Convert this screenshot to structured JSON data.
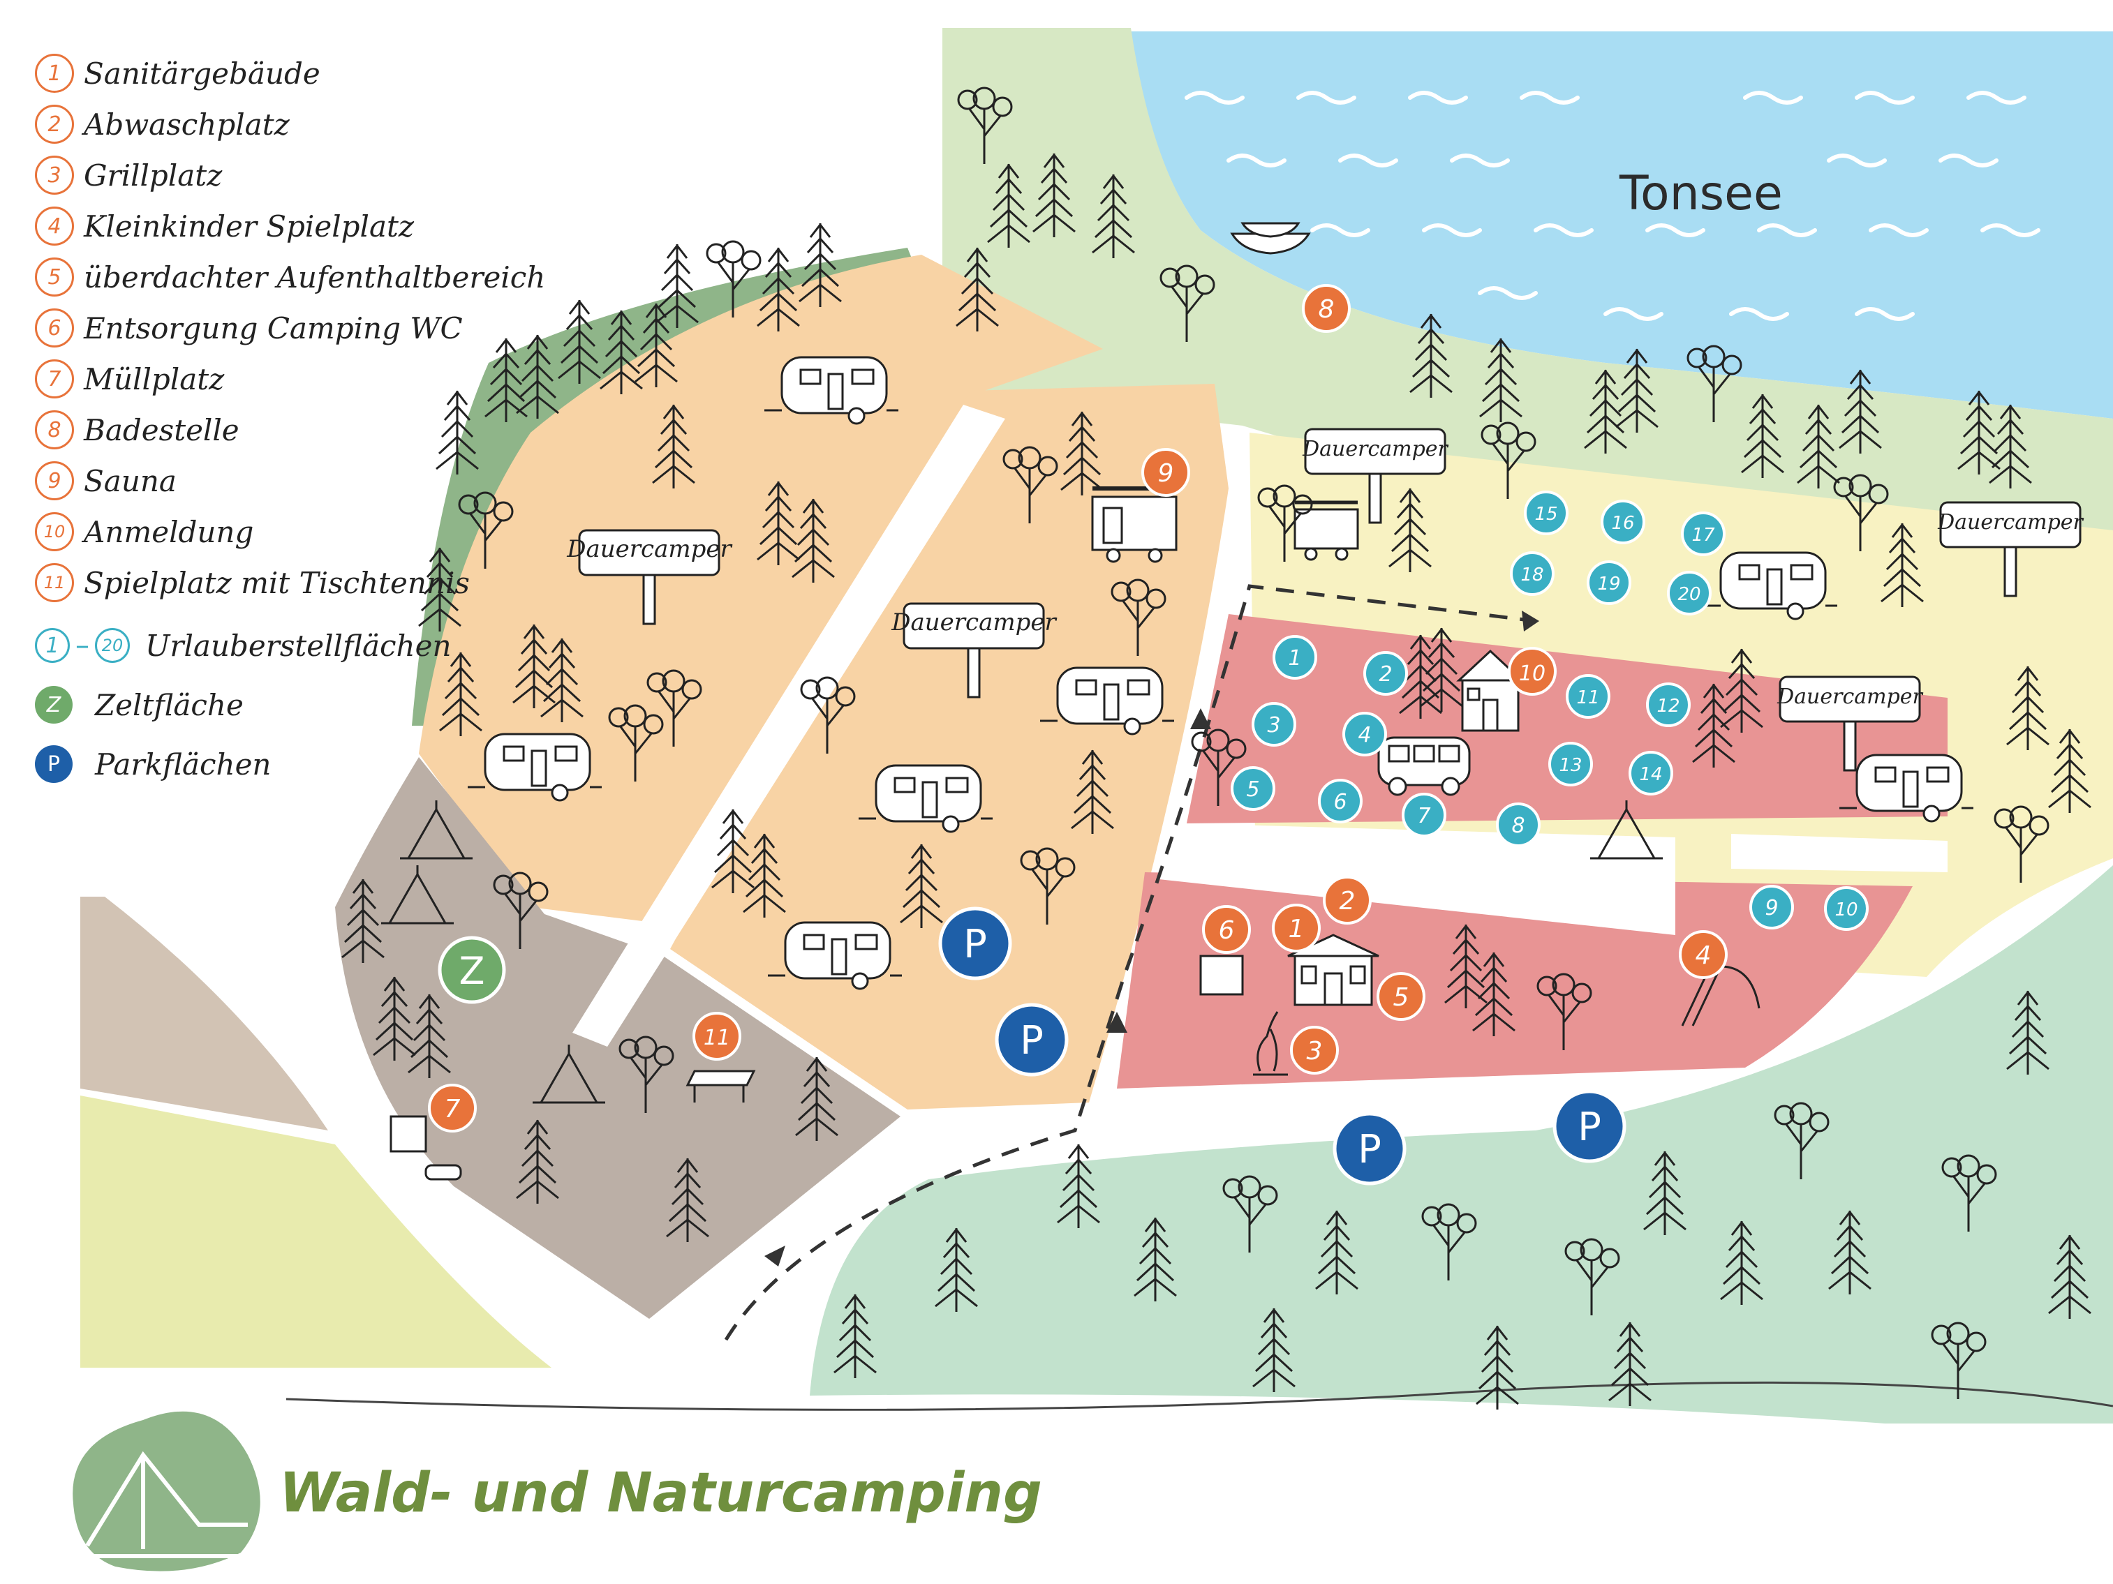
{
  "title": "Wald- und Naturcamping",
  "lake_name": "Tonsee",
  "legend": {
    "items": [
      {
        "num": "1",
        "label": "Sanitärgebäude"
      },
      {
        "num": "2",
        "label": "Abwaschplatz"
      },
      {
        "num": "3",
        "label": "Grillplatz"
      },
      {
        "num": "4",
        "label": "Kleinkinder Spielplatz"
      },
      {
        "num": "5",
        "label": "überdachter Aufenthaltbereich"
      },
      {
        "num": "6",
        "label": "Entsorgung Camping WC"
      },
      {
        "num": "7",
        "label": "Müllplatz"
      },
      {
        "num": "8",
        "label": "Badestelle"
      },
      {
        "num": "9",
        "label": "Sauna"
      },
      {
        "num": "10",
        "label": "Anmeldung"
      },
      {
        "num": "11",
        "label": "Spielplatz mit Tischtennis"
      }
    ],
    "pitches": {
      "from": "1",
      "sep": "–",
      "to": "20",
      "label": "Urlauberstellflächen"
    },
    "tent": {
      "badge": "Z",
      "label": "Zeltfläche"
    },
    "parking": {
      "badge": "P",
      "label": "Parkflächen"
    }
  },
  "signs": {
    "dauercamper": "Dauercamper"
  },
  "badges": {
    "zelt": "Z",
    "parking": "P"
  },
  "colors": {
    "orange": "#E8733A",
    "teal": "#3AAFC4",
    "parking_blue": "#1E5FA8",
    "tent_green": "#6FAA6A",
    "lake": "#A9DDF3",
    "forest_light": "#D7E8C4",
    "forest_mint": "#C2E2CD",
    "forest_dark": "#8FB589",
    "dauer_area": "#F8D3A5",
    "pitch_area": "#E89494",
    "yellow_area": "#F8F2C2",
    "tent_area": "#BBAFA6",
    "title_green": "#6F8F3E"
  },
  "map": {
    "facilities_orange": [
      "1",
      "2",
      "3",
      "4",
      "5",
      "6",
      "7",
      "8",
      "9",
      "10",
      "11"
    ],
    "pitches_teal": [
      "1",
      "2",
      "3",
      "4",
      "5",
      "6",
      "7",
      "8",
      "9",
      "10",
      "11",
      "12",
      "13",
      "14",
      "15",
      "16",
      "17",
      "18",
      "19",
      "20"
    ]
  }
}
